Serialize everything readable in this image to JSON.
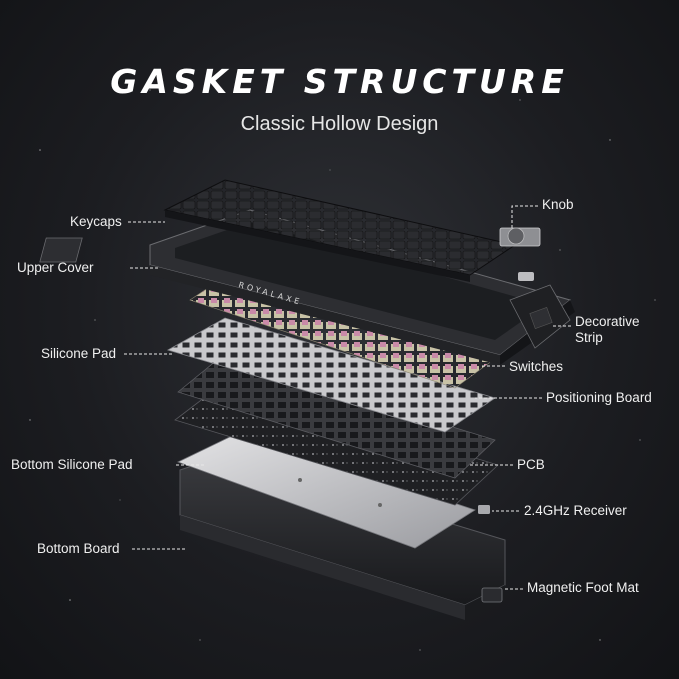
{
  "header": {
    "title": "GASKET STRUCTURE",
    "subtitle": "Classic Hollow Design"
  },
  "brand_mark": "ROYALAXE",
  "labels": {
    "keycaps": "Keycaps",
    "upper_cover": "Upper Cover",
    "silicone_pad": "Silicone Pad",
    "bottom_silicone_pad": "Bottom Silicone Pad",
    "bottom_board": "Bottom Board",
    "knob": "Knob",
    "decorative_strip": "Decorative Strip",
    "switches": "Switches",
    "positioning_board": "Positioning Board",
    "pcb": "PCB",
    "receiver": "2.4GHz Receiver",
    "magnetic_foot_mat": "Magnetic Foot Mat"
  },
  "colors": {
    "background": "#1c1d21",
    "text": "#f0f0f0",
    "switch_stem": "#c98aa8"
  }
}
